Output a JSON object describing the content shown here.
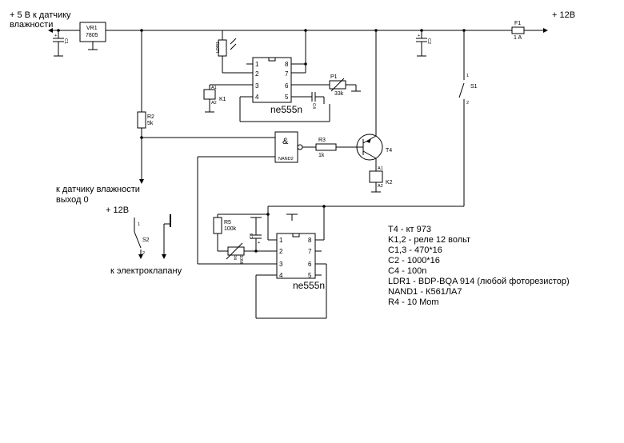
{
  "labels": {
    "supply_5v": "+ 5 В к датчику",
    "supply_5v_2": "влажности",
    "supply_12v_top": "+ 12В",
    "supply_12v_left": "+ 12В",
    "humidity_out": "к датчику влажности",
    "humidity_out_2": "выход 0",
    "valve_out": "к электроклапану"
  },
  "components": {
    "vr1": "VR1",
    "vr1_val": "7805",
    "c1": "C1",
    "c2": "C2",
    "c3": "C3",
    "c4": "C4",
    "f1": "F1",
    "f1_val": "1 A",
    "s1": "S1",
    "s2": "S2",
    "s1_p1": "1",
    "s1_p2": "2",
    "s2_p1": "1",
    "s2_p2": "2",
    "ldr1": "LDR1",
    "k1": "K1",
    "k2": "K2",
    "k1_a1": "A1",
    "k1_a2": "A2",
    "k2_a1": "A1",
    "k2_a2": "A2",
    "p1": "P1",
    "p1_val": "33k",
    "r2": "R2",
    "r2_val": "5k",
    "r3": "R3",
    "r3_val": "1k",
    "r4": "R4",
    "r4_val": "10M",
    "r5": "R5",
    "r5_val": "100k",
    "t4": "T4",
    "nand_sym": "&",
    "nand_name": "NAND2",
    "ic1": "ne555n",
    "ic2": "ne555n"
  },
  "ic1_pins": {
    "p1": "1",
    "p2": "2",
    "p3": "3",
    "p4": "4",
    "p5": "5",
    "p6": "6",
    "p7": "7",
    "p8": "8"
  },
  "ic2_pins": {
    "p1": "1",
    "p2": "2",
    "p3": "3",
    "p4": "4",
    "p5": "5",
    "p6": "6",
    "p7": "7",
    "p8": "8"
  },
  "notes": [
    "T4 - кт 973",
    "K1,2 - реле 12 вольт",
    "C1,3 - 470*16",
    "C2 - 1000*16",
    "C4 - 100n",
    "LDR1 - BDP-BQA 914 (любой фоторезистор)",
    "NAND1 -  К561ЛА7",
    "R4 - 10 Mom"
  ]
}
